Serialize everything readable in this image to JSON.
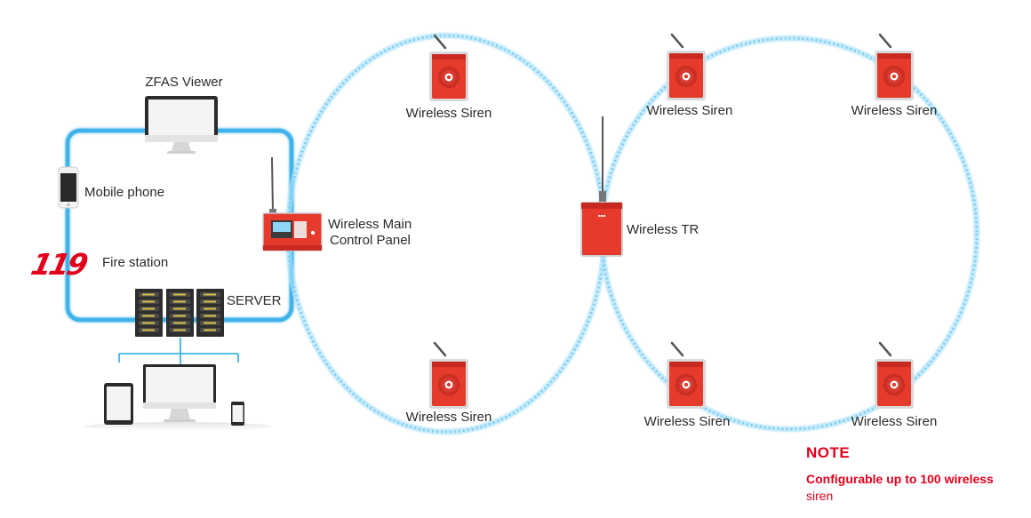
{
  "labels": {
    "zfas_viewer": "ZFAS Viewer",
    "mobile_phone": "Mobile phone",
    "fire_station": "Fire station",
    "fire_station_logo": "119",
    "server": "SERVER",
    "main_panel_line1": "Wireless Main",
    "main_panel_line2": "Control Panel",
    "wireless_tr": "Wireless TR",
    "siren_top_left": "Wireless Siren",
    "siren_bottom_left": "Wireless Siren",
    "siren_top_mid": "Wireless Siren",
    "siren_top_right": "Wireless Siren",
    "siren_bottom_mid": "Wireless Siren",
    "siren_bottom_right": "Wireless Siren"
  },
  "note": {
    "title": "NOTE",
    "text_bold": "Configurable up to 100 wireless",
    "text_regular": "siren"
  },
  "colors": {
    "link_blue": "#41b4ea",
    "wireless_glow": "#8fd6f6",
    "device_red": "#e53a2c",
    "note_red": "#e3001b",
    "logo_red": "#e3001b"
  },
  "icons": [
    "monitor-icon",
    "smartphone-icon",
    "fire-station-logo",
    "server-rack-icon",
    "control-panel-icon",
    "transceiver-icon",
    "siren-icon",
    "tablet-icon",
    "desktop-icon"
  ]
}
